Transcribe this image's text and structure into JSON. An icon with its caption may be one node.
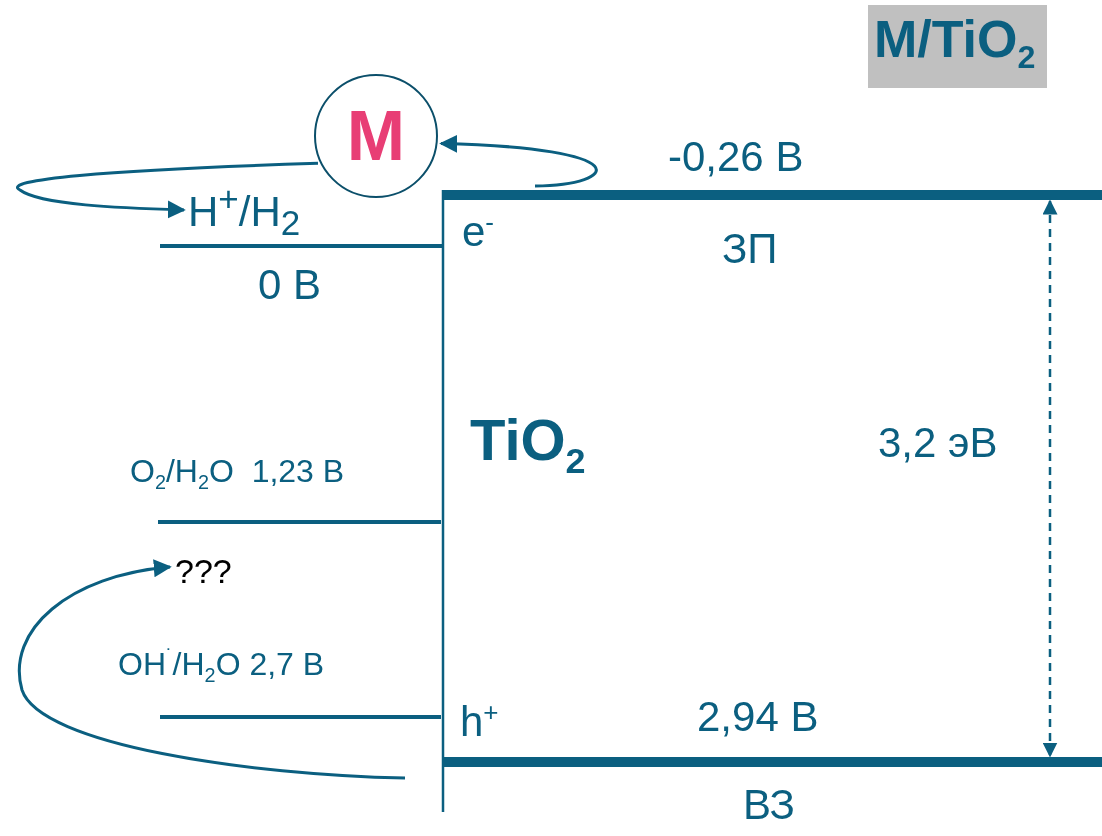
{
  "diagram": {
    "title": "M/TiO$_{2}$",
    "nodes": [
      {
        "text": [
          "M"
        ]
      },
      {
        "text": [
          "H$^{+}$/H$_{2}$"
        ]
      },
      {
        "text": [],
        "shape": "bar",
        "beside": [
          "-0,26 В",
          "ЗП"
        ]
      },
      {
        "text": [
          "???"
        ]
      },
      {
        "text": [],
        "shape": "bar",
        "beside": [
          "2,94 В",
          "ВЗ"
        ]
      }
    ],
    "edges": [
      {
        "from": 0,
        "to": 1,
        "arrow": "to"
      },
      {
        "from": 2,
        "to": 0,
        "arrow": "to"
      },
      {
        "from": null,
        "to": 3,
        "arrow": "to"
      },
      {
        "from": 2,
        "to": 4,
        "arrow": "both",
        "style": "dashed"
      }
    ],
    "labels": [
      "e$^{-}$",
      "0 В",
      "TiO$_{2}$",
      "3,2 эВ",
      "O$_{2}$/H$_{2}$O  1,23 В",
      "OH$^{˙}$/H$_{2}$O 2,7 В",
      "h$^{+}$"
    ]
  }
}
